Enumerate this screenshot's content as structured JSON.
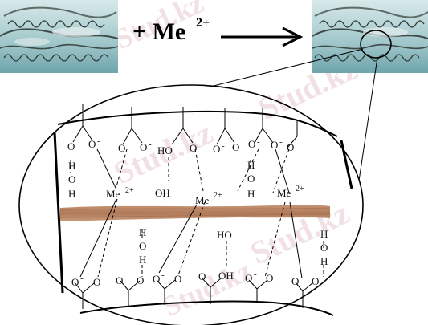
{
  "reaction": {
    "prefix": "+ Me",
    "charge": "2+"
  },
  "labels": {
    "me_label": "Me",
    "me_charge": "2+",
    "oh": "OH",
    "ho": "HO",
    "h": "H",
    "o": "O",
    "o_minus": "O",
    "minus": "-"
  },
  "watermark": "Stud.kz",
  "colors": {
    "fiber": "#b98463",
    "fiber_dark": "#9b6a4d",
    "line": "#111111",
    "water_top": "#cfe3e6",
    "water_bottom": "#7fb1b8",
    "wave": "#3e4a45"
  }
}
